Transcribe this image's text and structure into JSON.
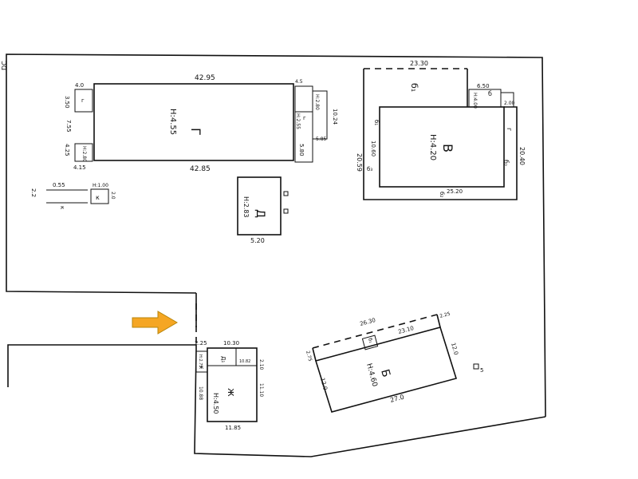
{
  "diagram": {
    "corner_label": "DC",
    "arrow_color": "#f5a623",
    "arrow_outline": "#b8860b",
    "building_G": {
      "letter": "Г",
      "height": "H:4.55",
      "top_dim": "42.95",
      "bottom_dim": "42.85",
      "left_dims": [
        "4.0",
        "3.50",
        "7.55",
        "4.25",
        "4.15"
      ],
      "left_small_labels": [
        "г",
        "H:2.80"
      ],
      "right_dims": [
        "4.5",
        "5.80",
        "5.85",
        "10.24"
      ],
      "right_small_labels": [
        "г",
        "H:2.55",
        "H:2.80"
      ]
    },
    "building_V": {
      "letter": "В",
      "height": "H:4.20",
      "top_dim": "23.30",
      "bottom_dim": "25.20",
      "left_dims": [
        "20.59",
        "10.60"
      ],
      "right_dims": [
        "20.40",
        "6.50",
        "2.00"
      ],
      "annex_label": "б₁",
      "annex_label_2": "б₂",
      "small_box_label": "б",
      "small_box_height": "H:4.00",
      "inner_labels": [
        "г",
        "б₁",
        "б₂",
        "б₃"
      ]
    },
    "building_D": {
      "letter": "Д",
      "height": "H:2.83",
      "bottom_dim": "5.20"
    },
    "well": {
      "label": "к",
      "height": "H:1.00",
      "dims": [
        "0.55",
        "2.0",
        "2.2",
        "к"
      ]
    },
    "building_Zh": {
      "letter": "ж",
      "height": "H:4.50",
      "top_dims": [
        "2.25",
        "10.30",
        "2.10"
      ],
      "inner_label": "Д₁",
      "side_dims": [
        "10.88",
        "11.10",
        "10.82"
      ],
      "bottom_dim": "11.85",
      "small_label": "H:2.75",
      "small_label_2": "ж"
    },
    "building_B": {
      "letter": "Б",
      "height": "H:4.60",
      "top_dims": [
        "26.30",
        "23.10",
        "2.25"
      ],
      "left_dim": "12.0",
      "right_dim": "12.0",
      "bottom_dim": "27.0",
      "side_small": "2.75",
      "small_label": "б₁",
      "pole_label": "5"
    }
  }
}
